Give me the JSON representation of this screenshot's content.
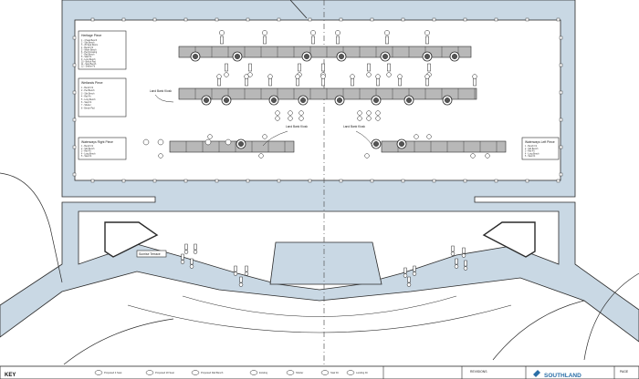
{
  "drawing": {
    "colors": {
      "water": "#c9d8e4",
      "ink": "#2a2a2a",
      "bench": "#b8b8b8",
      "paper": "#ffffff"
    },
    "sections": [
      {
        "name": "Heritage Piece",
        "lines": [
          "1 - 4 Seat Bench",
          "2 - Slot Bench",
          "3 - 20 Seat Room",
          "4 - Bench Fit",
          "5 - Wider Bench",
          "6 - Ped Crossing",
          "7 - Rail Bench",
          "8 - Stair Fit",
          "9 - Long Bench",
          "10 - Bench Pad",
          "11 - Step Bench",
          "12 - Shelter Fit"
        ]
      },
      {
        "name": "Wetlands Piece",
        "lines": [
          "1 - Bench Fit",
          "2 - Ped Bench",
          "3 - Slot Bench",
          "4 - Rail Fit",
          "5 - Long Bench",
          "6 - Step Fit",
          "7 - Shelter",
          "8 - Bench Pad"
        ]
      },
      {
        "name": "Waterways Right Piece",
        "lines": [
          "1 - Bench Fit",
          "2 - Slot Bench",
          "3 - Rail Fit",
          "4 - Long Bench",
          "5 - Step Fit"
        ]
      },
      {
        "name": "Waterways Left Piece",
        "lines": [
          "1 - Bench Fit",
          "2 - Slot Bench",
          "3 - Rail Fit",
          "4 - Long Bench",
          "5 - Step Fit"
        ]
      },
      {
        "name": "Sunrise Terrace",
        "lines": []
      }
    ],
    "callouts": [
      "Land Bank Kiosk",
      "Land Bank Kiosk",
      "Land Bank Kiosk"
    ],
    "legend": {
      "key": "KEY",
      "items": [
        "Proposed 4 Seat",
        "Proposed 20 Seat",
        "Proposed Rail Bench",
        "Existing",
        "Shelter",
        "Stair Fit",
        "Landing Fit"
      ]
    },
    "title_block": {
      "revisions": "REVISIONS",
      "company": "SOUTHLAND",
      "page": "PAGE"
    }
  }
}
